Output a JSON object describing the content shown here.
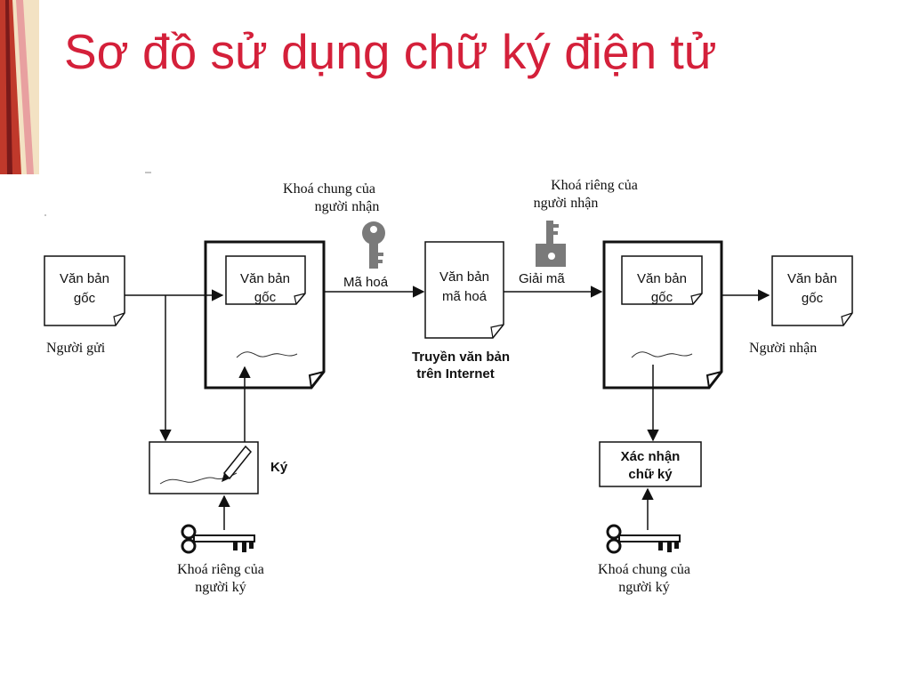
{
  "title": "Sơ đồ sử dụng chữ ký điện tử",
  "diagram": {
    "sender_doc": {
      "line1": "Văn bản",
      "line2": "gốc"
    },
    "sender_label": "Người gửi",
    "signed_doc_inner": {
      "line1": "Văn bản",
      "line2": "gốc"
    },
    "sign_step": "Ký",
    "signer_private_key": {
      "line1": "Khoá riêng của",
      "line2": "người ký"
    },
    "receiver_public_key": {
      "line1": "Khoá chung của",
      "line2": "người nhận"
    },
    "encrypt_step": "Mã hoá",
    "encrypted_doc": {
      "line1": "Văn bản",
      "line2": "mã hoá"
    },
    "transfer_label": {
      "line1": "Truyền văn bản",
      "line2": "trên Internet"
    },
    "receiver_private_key": {
      "line1": "Khoá riêng của",
      "line2": "người nhận"
    },
    "decrypt_step": "Giải mã",
    "received_doc_inner": {
      "line1": "Văn bản",
      "line2": "gốc"
    },
    "verify_step": {
      "line1": "Xác nhận",
      "line2": "chữ ký"
    },
    "signer_public_key": {
      "line1": "Khoá chung của",
      "line2": "người ký"
    },
    "final_doc": {
      "line1": "Văn bản",
      "line2": "gốc"
    },
    "receiver_label": "Người nhận"
  },
  "colors": {
    "title": "#d4203a",
    "line": "#111111",
    "key_gray": "#7a7a7a",
    "strip_red": "#c0392b",
    "strip_cream": "#f3e2c3"
  }
}
